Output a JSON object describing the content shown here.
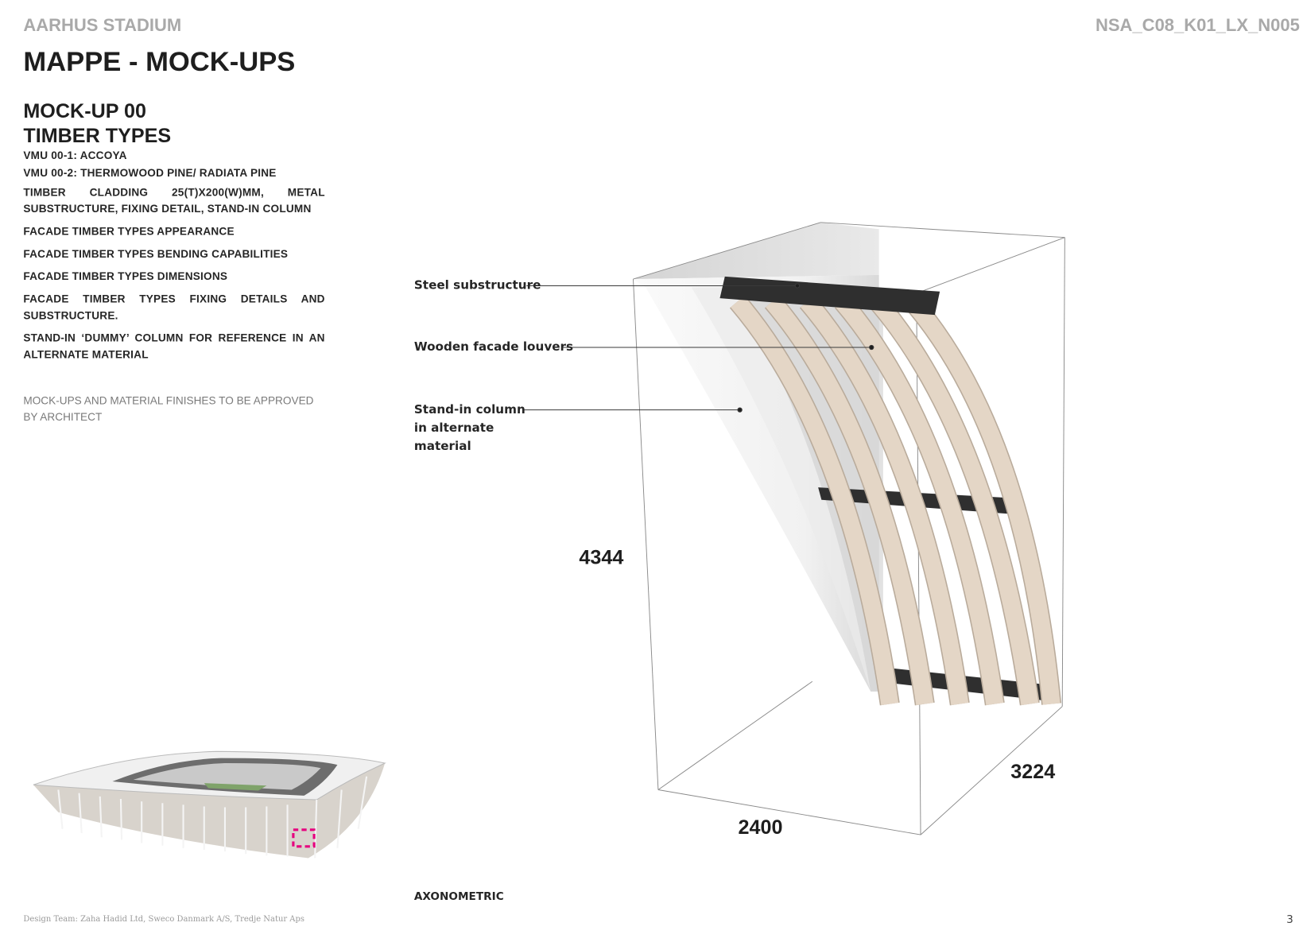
{
  "header": {
    "project": "AARHUS STADIUM",
    "doc_code": "NSA_C08_K01_LX_N005",
    "title": "MAPPE - MOCK-UPS"
  },
  "section": {
    "mockup": "MOCK-UP 00",
    "subject": "TIMBER TYPES",
    "lines": [
      "VMU 00-1: ACCOYA",
      "VMU 00-2: THERMOWOOD PINE/ RADIATA PINE",
      "TIMBER CLADDING 25(T)X200(W)MM, METAL SUBSTRUCTURE, FIXING DETAIL, STAND-IN COLUMN",
      "FACADE TIMBER TYPES APPEARANCE",
      "FACADE TIMBER TYPES BENDING CAPABILITIES",
      "FACADE TIMBER TYPES DIMENSIONS",
      "FACADE TIMBER TYPES FIXING DETAILS AND SUBSTRUCTURE.",
      "STAND-IN ‘DUMMY’ COLUMN FOR REFERENCE IN AN ALTERNATE MATERIAL"
    ],
    "note": "MOCK-UPS AND MATERIAL FINISHES TO BE APPROVED BY ARCHITECT"
  },
  "diagram": {
    "labels": {
      "steel": "Steel substructure",
      "louvers": "Wooden facade louvers",
      "column_1": "Stand-in column",
      "column_2": "in alternate",
      "column_3": "material"
    },
    "dimensions": {
      "height": "4344",
      "width": "2400",
      "depth": "3224"
    },
    "caption": "AXONOMETRIC",
    "colors": {
      "timber": "#e4d6c6",
      "steel": "#2f2f2f",
      "highlight": "#e6007e"
    }
  },
  "footer": {
    "credits": "Design Team: Zaha Hadid Ltd, Sweco Danmark A/S, Tredje Natur Aps",
    "page": "3"
  }
}
